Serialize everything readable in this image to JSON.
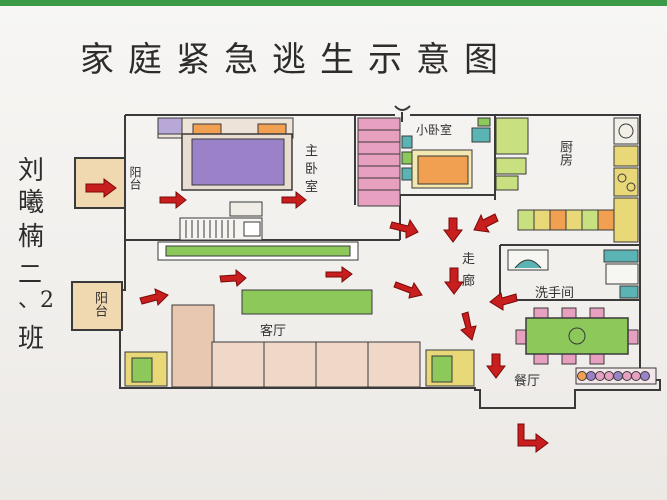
{
  "title": "家庭紧急逃生示意图",
  "author": {
    "surname": "刘",
    "given1": "曦",
    "given2": "楠",
    "grade": "二",
    "dot": "、",
    "cls_num": "2",
    "cls": "班"
  },
  "rooms": {
    "balcony_top": "阳台",
    "balcony_bottom": "阳台",
    "master_bed_1": "主",
    "master_bed_2": "卧",
    "master_bed_3": "室",
    "small_bed": "小卧室",
    "kitchen": "厨房",
    "corridor_1": "走",
    "corridor_2": "廊",
    "bathroom": "洗手间",
    "living": "客厅",
    "dining": "餐厅"
  },
  "colors": {
    "arrow": "#c81e1e",
    "wall": "#3a3a3a",
    "purple": "#9b82c8",
    "green": "#8cc85a",
    "yellow": "#e8d878",
    "orange": "#f0a050",
    "pink": "#e8a0c0",
    "beige": "#e8c8b0",
    "teal": "#5ab4b4"
  }
}
